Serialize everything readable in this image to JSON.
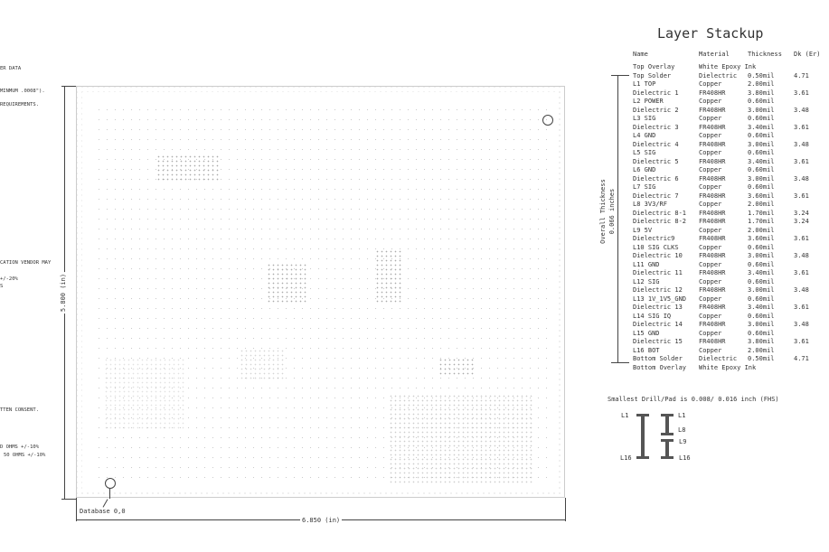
{
  "notes": [
    "ER DATA",
    "MINMUM .0008\").",
    "REQUIREMENTS.",
    "CATION VENDOR MAY",
    "+/-20%",
    "S",
    "TTEN CONSENT.",
    "D OHMS +/-10%",
    "50 OHMS +/-10%"
  ],
  "dimensions": {
    "height": "5.800 (in)",
    "width": "6.850 (in)",
    "origin": "Database 0,0"
  },
  "stackup": {
    "title": "Layer Stackup",
    "headers": [
      "Name",
      "Material",
      "Thickness",
      "Dk (Er)"
    ],
    "overall_label": "Overall Thickness",
    "overall_value": "0.066 inches",
    "rows": [
      [
        "Top Overlay",
        "White Epoxy Ink",
        "",
        ""
      ],
      [
        "Top Solder",
        "Dielectric",
        "0.50mil",
        "4.71"
      ],
      [
        "L1 TOP",
        "Copper",
        "2.00mil",
        ""
      ],
      [
        "Dielectric 1",
        "FR408HR",
        "3.80mil",
        "3.61"
      ],
      [
        "L2 POWER",
        "Copper",
        "0.60mil",
        ""
      ],
      [
        "Dielectric 2",
        "FR408HR",
        "3.00mil",
        "3.48"
      ],
      [
        "L3 SIG",
        "Copper",
        "0.60mil",
        ""
      ],
      [
        "Dielectric 3",
        "FR408HR",
        "3.40mil",
        "3.61"
      ],
      [
        "L4 GND",
        "Copper",
        "0.60mil",
        ""
      ],
      [
        "Dielectric 4",
        "FR408HR",
        "3.00mil",
        "3.48"
      ],
      [
        "L5 SIG",
        "Copper",
        "0.60mil",
        ""
      ],
      [
        "Dielectric 5",
        "FR408HR",
        "3.40mil",
        "3.61"
      ],
      [
        "L6 GND",
        "Copper",
        "0.60mil",
        ""
      ],
      [
        "Dielectric 6",
        "FR408HR",
        "3.00mil",
        "3.48"
      ],
      [
        "L7 SIG",
        "Copper",
        "0.60mil",
        ""
      ],
      [
        "Dielectric 7",
        "FR408HR",
        "3.60mil",
        "3.61"
      ],
      [
        "L8 3V3/RF",
        "Copper",
        "2.00mil",
        ""
      ],
      [
        "Dielectric 8-1",
        "FR408HR",
        "1.70mil",
        "3.24"
      ],
      [
        "Dielectric 8-2",
        "FR408HR",
        "1.70mil",
        "3.24"
      ],
      [
        "L9 5V",
        "Copper",
        "2.00mil",
        ""
      ],
      [
        "Dielectric9",
        "FR408HR",
        "3.60mil",
        "3.61"
      ],
      [
        "L10 SIG CLKS",
        "Copper",
        "0.60mil",
        ""
      ],
      [
        "Dielectric 10",
        "FR408HR",
        "3.00mil",
        "3.48"
      ],
      [
        "L11 GND",
        "Copper",
        "0.60mil",
        ""
      ],
      [
        "Dielectric 11",
        "FR408HR",
        "3.40mil",
        "3.61"
      ],
      [
        "L12 SIG",
        "Copper",
        "0.60mil",
        ""
      ],
      [
        "Dielectric 12",
        "FR408HR",
        "3.00mil",
        "3.48"
      ],
      [
        "L13 1V_1V5_GND",
        "Copper",
        "0.60mil",
        ""
      ],
      [
        "Dielectric 13",
        "FR408HR",
        "3.40mil",
        "3.61"
      ],
      [
        "L14 SIG IQ",
        "Copper",
        "0.60mil",
        ""
      ],
      [
        "Dielectric 14",
        "FR408HR",
        "3.00mil",
        "3.48"
      ],
      [
        "L15 GND",
        "Copper",
        "0.60mil",
        ""
      ],
      [
        "Dielectric 15",
        "FR408HR",
        "3.80mil",
        "3.61"
      ],
      [
        "L16 BOT",
        "Copper",
        "2.00mil",
        ""
      ],
      [
        "Bottom Solder",
        "Dielectric",
        "0.50mil",
        "4.71"
      ],
      [
        "Bottom Overlay",
        "White Epoxy Ink",
        "",
        ""
      ]
    ]
  },
  "drill": {
    "caption": "Smallest Drill/Pad is 0.008/ 0.016 inch (FHS)",
    "labels": {
      "a_top": "L1",
      "a_bot": "L16",
      "b_top": "L1",
      "b_mid1": "L8",
      "b_mid2": "L9",
      "b_bot": "L16"
    }
  }
}
